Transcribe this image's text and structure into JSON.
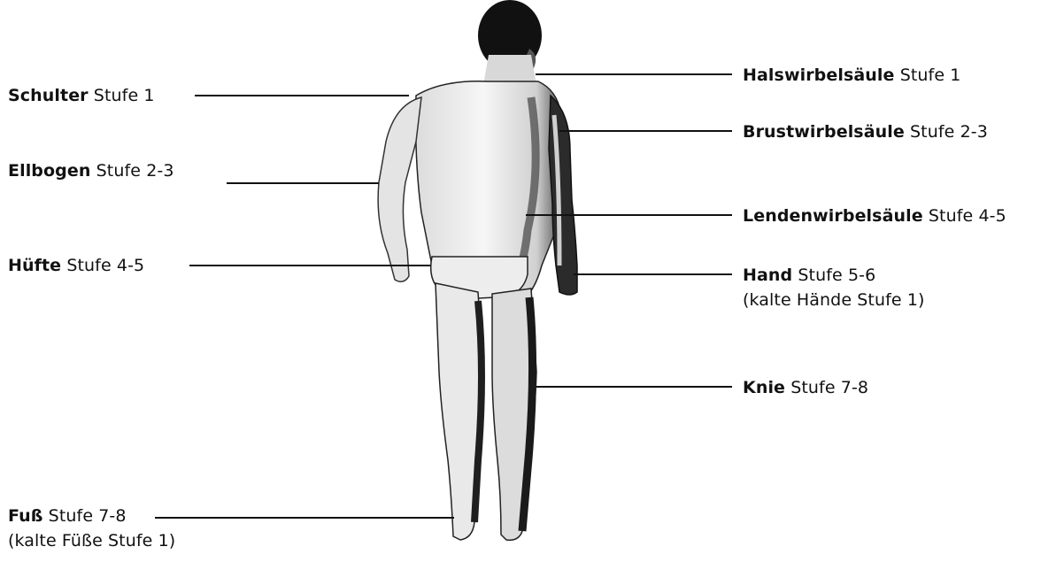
{
  "labels": {
    "shoulder": {
      "part": "Schulter",
      "level": "Stufe 1"
    },
    "elbow": {
      "part": "Ellbogen",
      "level": "Stufe 2-3"
    },
    "hip": {
      "part": "Hüfte",
      "level": "Stufe 4-5"
    },
    "foot": {
      "part": "Fuß",
      "level": "Stufe 7-8",
      "note": "(kalte Füße Stufe 1)"
    },
    "cervical": {
      "part": "Halswirbelsäule",
      "level": "Stufe 1"
    },
    "thoracic": {
      "part": "Brustwirbelsäule",
      "level": "Stufe 2-3"
    },
    "lumbar": {
      "part": "Lendenwirbelsäule",
      "level": "Stufe 4-5"
    },
    "hand": {
      "part": "Hand",
      "level": "Stufe 5-6",
      "note": "(kalte Hände Stufe 1)"
    },
    "knee": {
      "part": "Knie",
      "level": "Stufe 7-8"
    }
  },
  "colors": {
    "ink": "#111111",
    "skin": "#e9e9e9",
    "shadow": "#1a1a1a",
    "hair": "#111111"
  }
}
